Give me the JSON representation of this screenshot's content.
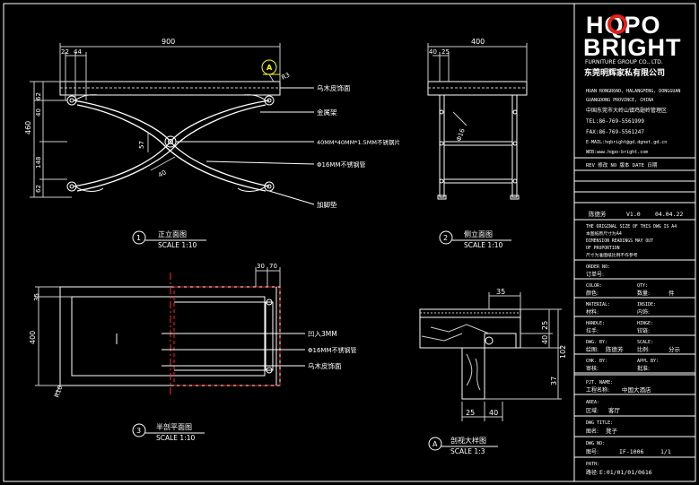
{
  "brand": {
    "logo_top": "HQPO",
    "logo_bottom": "BRIGHT",
    "group_en": "FURNITURE GROUP CO., LTD.",
    "company_cn": "东莞明辉家私有限公司",
    "address_lines": [
      "HUAN RONGROAD, HALANGPENG, DONGGUAN",
      "GUANGDONG PROVINCE, CHINA",
      "中国东莞市大岭山镇鸡翅岭管理区",
      "TEL:86-769-5561999",
      "FAX:86-769-5561247",
      "E-MAIL:hqbright@gd.dgnet.gd.cn",
      "WEB:www.hqpo-bright.com"
    ]
  },
  "revision": {
    "header": "REV 修改   NO 版本   DATE 日期",
    "row": [
      "陈德芳",
      "V1.0",
      "04.04.22"
    ]
  },
  "notes": [
    "THE ORIGINAL SIZE OF THIS DWG IS A4",
    "本图纸原尺寸为A4",
    "DIMENSION READINGS MAY OUT",
    "OF PROPORTION",
    "尺寸为准图纸比例不作参考"
  ],
  "title_block": [
    {
      "l1": "ORDER NO:",
      "l2": "订单号:",
      "r1": "",
      "r2": ""
    },
    {
      "l1": "COLOR:",
      "l2": "颜色:",
      "r1": "QTY:",
      "r2": "数量:",
      "r2v": "件"
    },
    {
      "l1": "MATERIAL:",
      "l2": "材料:",
      "r1": "INSIDE:",
      "r2": "内饰:"
    },
    {
      "l1": "HANDLE:",
      "l2": "拉手:",
      "r1": "HINGE:",
      "r2": "铰链:"
    },
    {
      "l1": "DWG. BY:",
      "l2": "绘图:",
      "l2v": "陈德芳",
      "r1": "SCALE:",
      "r2": "比例:",
      "r2v": "分示"
    },
    {
      "l1": "CHK. BY:",
      "l2": "审核:",
      "r1": "APPL BY:",
      "r2": "批准:"
    }
  ],
  "project": {
    "en": "PJT. NAME:",
    "cn": "工程名称:",
    "value": "中国大酒店"
  },
  "area": {
    "en": "AREA:",
    "cn": "区域:",
    "value": "客厅"
  },
  "dwg_title": {
    "en": "DWG TITLE:",
    "cn": "图名:",
    "value": "凳子"
  },
  "dwg_no": {
    "en": "DWG NO:",
    "cn": "图号:",
    "value": "IF-1006",
    "sheet": "1/1"
  },
  "path": {
    "en": "PATH:",
    "cn": "路径:",
    "value": "E:01/01/01/0616"
  },
  "front_view": {
    "number": "1",
    "title": "正立面图",
    "scale": "SCALE 1:10",
    "dims": {
      "width": "900",
      "left_a": "22",
      "left_b": "44",
      "h1": "62",
      "h2": "40",
      "total_h": "460",
      "h3": "148",
      "h4": "62",
      "d57": "57",
      "d40": "40",
      "r3": "R3"
    },
    "detail_mark": "A",
    "labels": [
      "乌木皮饰面",
      "金属架",
      "40MM*40MM*1.5MM不锈钢片",
      "Φ16MM不锈钢管",
      "加脚垫"
    ]
  },
  "side_view": {
    "number": "2",
    "title": "侧立面图",
    "scale": "SCALE 1:10",
    "dims": {
      "width": "400",
      "a": "40",
      "b": "25",
      "dia": "Φ16"
    }
  },
  "plan_view": {
    "number": "3",
    "title": "半剖平面图",
    "scale": "SCALE 1:10",
    "dims": {
      "a": "30",
      "b": "70",
      "left35": "35",
      "h400": "400",
      "r10": "R10"
    },
    "labels": [
      "凹入3MM",
      "Φ16MM不锈钢管",
      "乌木皮饰面"
    ]
  },
  "detail_view": {
    "number": "A",
    "title": "剖视大样图",
    "scale": "SCALE 1:3",
    "dims": {
      "top35": "35",
      "r25": "25",
      "r40": "40",
      "r102": "102",
      "r37": "37",
      "b25": "25",
      "b40": "40"
    }
  },
  "colors": {
    "line": "#ffffff",
    "text_yellow": "#ffff00",
    "dim": "#d8d8d8",
    "hidden": "#ff2020",
    "center": "#ff3030",
    "logo": "#ffffff",
    "logo_o": "#e0201a"
  }
}
